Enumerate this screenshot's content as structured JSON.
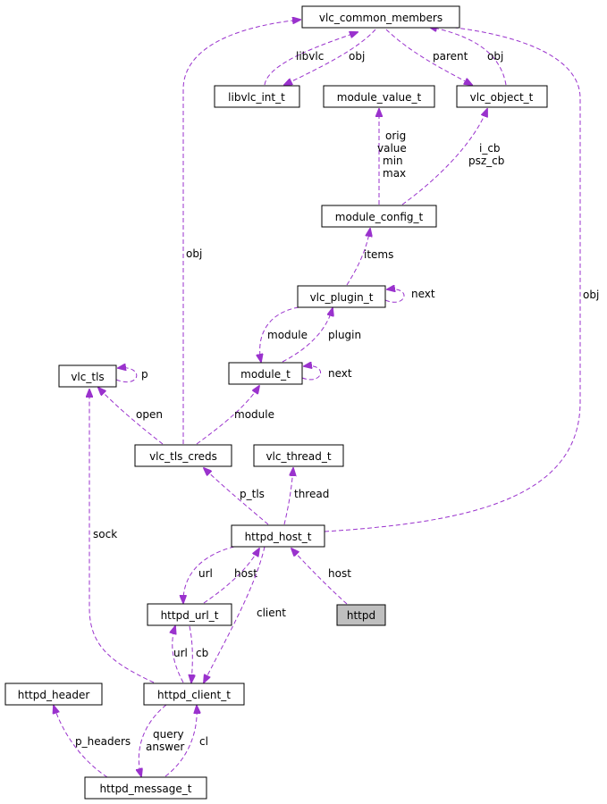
{
  "diagram": {
    "type": "collaboration-graph",
    "colors": {
      "edge": "#9a32cd",
      "node_border": "#000000",
      "highlight_fill": "#bfbfbf"
    },
    "nodes": {
      "vlc_common_members": "vlc_common_members",
      "libvlc_int_t": "libvlc_int_t",
      "module_value_t": "module_value_t",
      "vlc_object_t": "vlc_object_t",
      "module_config_t": "module_config_t",
      "vlc_plugin_t": "vlc_plugin_t",
      "vlc_tls": "vlc_tls",
      "module_t": "module_t",
      "vlc_tls_creds": "vlc_tls_creds",
      "vlc_thread_t": "vlc_thread_t",
      "httpd_host_t": "httpd_host_t",
      "httpd_url_t": "httpd_url_t",
      "httpd": "httpd",
      "httpd_header": "httpd_header",
      "httpd_client_t": "httpd_client_t",
      "httpd_message_t": "httpd_message_t"
    },
    "edges": [
      {
        "from": "libvlc_int_t",
        "to": "vlc_common_members",
        "label": "libvlc"
      },
      {
        "from": "vlc_common_members",
        "to": "libvlc_int_t",
        "label": "obj"
      },
      {
        "from": "vlc_common_members",
        "to": "vlc_object_t",
        "label": "parent"
      },
      {
        "from": "vlc_object_t",
        "to": "vlc_common_members",
        "label": "obj"
      },
      {
        "from": "module_config_t",
        "to": "module_value_t",
        "label": "orig\nvalue\nmin\nmax"
      },
      {
        "from": "module_config_t",
        "to": "vlc_object_t",
        "label": "i_cb\npsz_cb"
      },
      {
        "from": "vlc_plugin_t",
        "to": "module_config_t",
        "label": "items"
      },
      {
        "from": "vlc_plugin_t",
        "to": "vlc_plugin_t",
        "label": "next"
      },
      {
        "from": "vlc_plugin_t",
        "to": "module_t",
        "label": "module"
      },
      {
        "from": "module_t",
        "to": "vlc_plugin_t",
        "label": "plugin"
      },
      {
        "from": "module_t",
        "to": "module_t",
        "label": "next"
      },
      {
        "from": "vlc_tls",
        "to": "vlc_tls",
        "label": "p"
      },
      {
        "from": "vlc_tls_creds",
        "to": "vlc_tls",
        "label": "open"
      },
      {
        "from": "vlc_tls_creds",
        "to": "module_t",
        "label": "module"
      },
      {
        "from": "vlc_tls_creds",
        "to": "vlc_common_members",
        "label": "obj"
      },
      {
        "from": "httpd_host_t",
        "to": "vlc_tls_creds",
        "label": "p_tls"
      },
      {
        "from": "httpd_host_t",
        "to": "vlc_thread_t",
        "label": "thread"
      },
      {
        "from": "httpd_host_t",
        "to": "vlc_common_members",
        "label": "obj"
      },
      {
        "from": "httpd",
        "to": "httpd_host_t",
        "label": "host"
      },
      {
        "from": "httpd_host_t",
        "to": "httpd_url_t",
        "label": "url"
      },
      {
        "from": "httpd_url_t",
        "to": "httpd_host_t",
        "label": "host"
      },
      {
        "from": "httpd_host_t",
        "to": "httpd_client_t",
        "label": "client"
      },
      {
        "from": "httpd_client_t",
        "to": "vlc_tls",
        "label": "sock"
      },
      {
        "from": "httpd_client_t",
        "to": "httpd_url_t",
        "label": "url"
      },
      {
        "from": "httpd_url_t",
        "to": "httpd_client_t",
        "label": "cb"
      },
      {
        "from": "httpd_message_t",
        "to": "httpd_header",
        "label": "p_headers"
      },
      {
        "from": "httpd_client_t",
        "to": "httpd_message_t",
        "label": "query\nanswer"
      },
      {
        "from": "httpd_message_t",
        "to": "httpd_client_t",
        "label": "cl"
      }
    ]
  }
}
